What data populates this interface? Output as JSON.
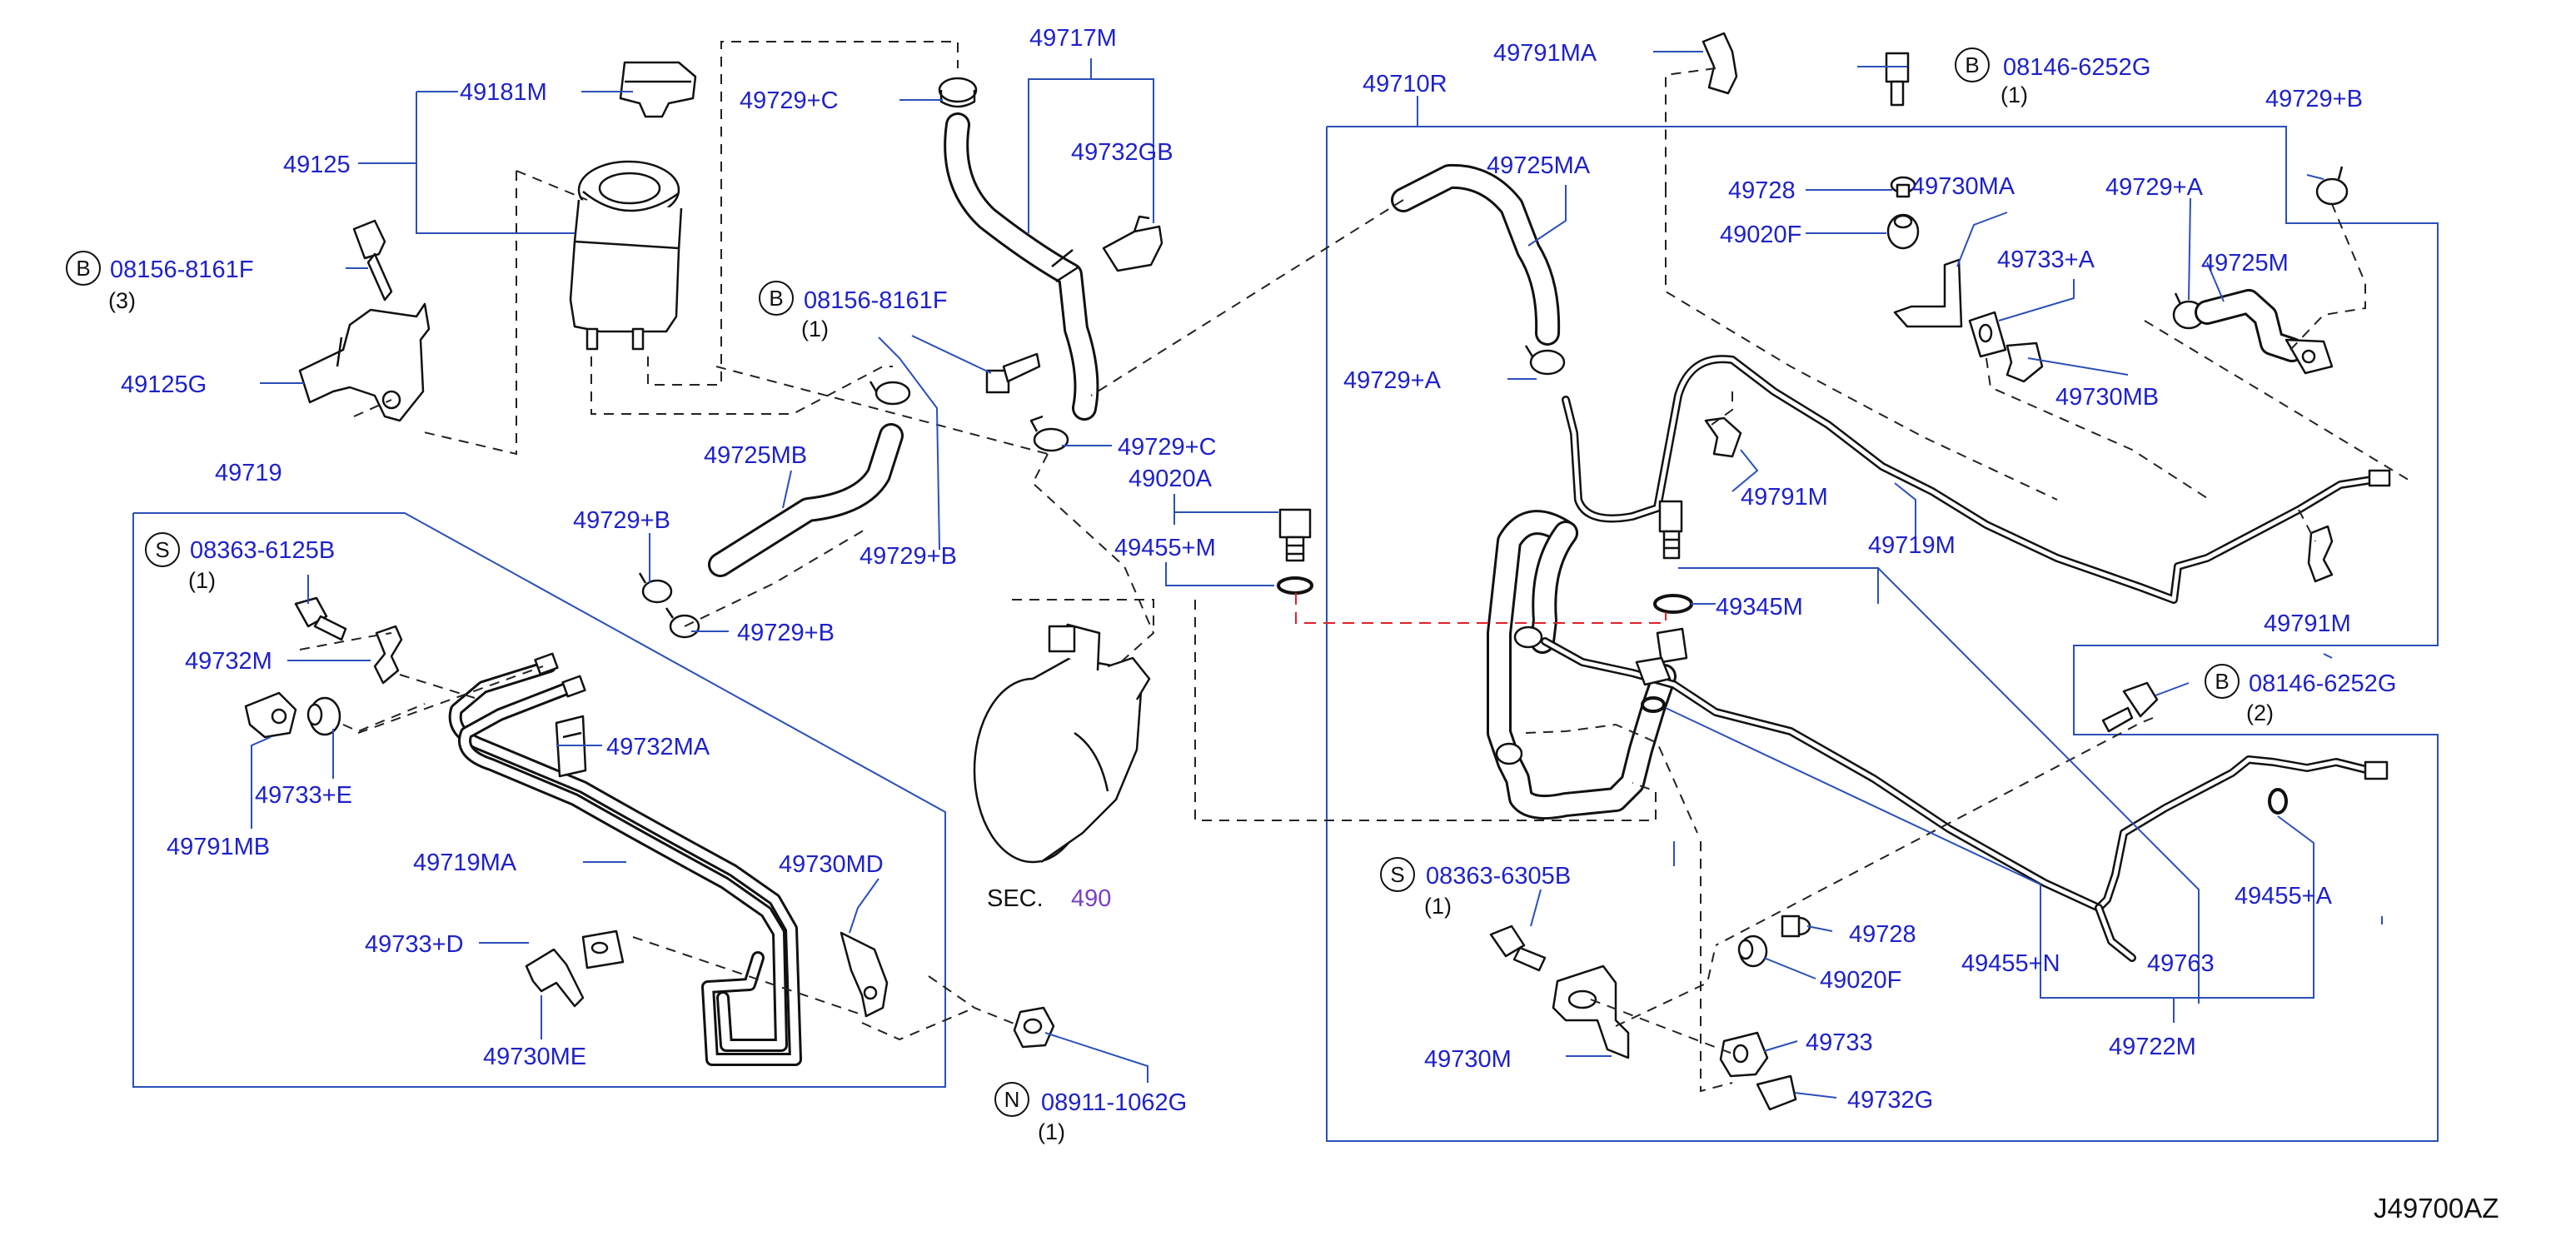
{
  "diagram_ref": "J49700AZ",
  "section": {
    "prefix": "SEC.",
    "number": "490"
  },
  "labels": {
    "p49181M": "49181M",
    "p49125": "49125",
    "p08156_8161F_a": "08156-8161F",
    "p08156_8161F_a_qty": "(3)",
    "p49125G": "49125G",
    "p49729C_a": "49729+C",
    "p49717M": "49717M",
    "p49732GB": "49732GB",
    "p08156_8161F_b": "08156-8161F",
    "p08156_8161F_b_qty": "(1)",
    "p49729C_b": "49729+C",
    "p49020A": "49020A",
    "p49455M": "49455+M",
    "p49725MB": "49725MB",
    "p49729B_a": "49729+B",
    "p49729B_b": "49729+B",
    "p49729B_c": "49729+B",
    "p49719": "49719",
    "p08363_6125B": "08363-6125B",
    "p08363_6125B_qty": "(1)",
    "p49732M": "49732M",
    "p49732MA": "49732MA",
    "p49733E": "49733+E",
    "p49791MB": "49791MB",
    "p49719MA": "49719MA",
    "p49730MD": "49730MD",
    "p49733D": "49733+D",
    "p49730ME": "49730ME",
    "p08911_1062G": "08911-1062G",
    "p08911_1062G_qty": "(1)",
    "p49710R": "49710R",
    "p49791MA": "49791MA",
    "p08146_6252G_a": "08146-6252G",
    "p08146_6252G_a_qty": "(1)",
    "p49729B_d": "49729+B",
    "p49725MA": "49725MA",
    "p49728_a": "49728",
    "p49730MA": "49730MA",
    "p49020F_a": "49020F",
    "p49729A_a": "49729+A",
    "p49733A": "49733+A",
    "p49725M": "49725M",
    "p49730MB": "49730MB",
    "p49729A_b": "49729+A",
    "p49791M_a": "49791M",
    "p49719M": "49719M",
    "p49345M": "49345M",
    "p49791M_b": "49791M",
    "p08146_6252G_b": "08146-6252G",
    "p08146_6252G_b_qty": "(2)",
    "p49455A": "49455+A",
    "p08363_6305B": "08363-6305B",
    "p08363_6305B_qty": "(1)",
    "p49728_b": "49728",
    "p49020F_b": "49020F",
    "p49455N": "49455+N",
    "p49763": "49763",
    "p49730M": "49730M",
    "p49733": "49733",
    "p49732G": "49732G",
    "p49722M": "49722M"
  },
  "fastener_marks": {
    "bolt": "B",
    "screw": "S",
    "nut": "N"
  }
}
